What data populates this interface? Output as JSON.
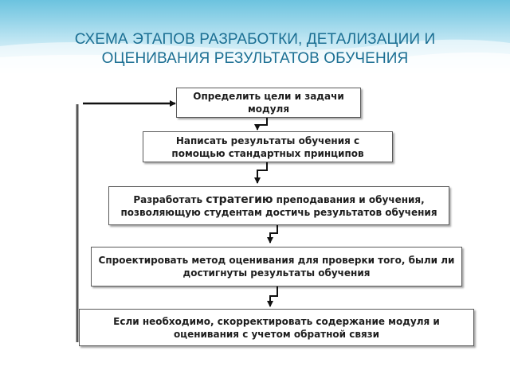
{
  "title": {
    "line1": "СХЕМА ЭТАПОВ РАЗРАБОТКИ, ДЕТАЛИЗАЦИИ И",
    "line2": "ОЦЕНИВАНИЯ РЕЗУЛЬТАТОВ ОБУЧЕНИЯ"
  },
  "steps": [
    {
      "line1": "Определить цели и задачи",
      "line2": "модуля"
    },
    {
      "line1": "Написать результаты обучения с",
      "line2": "помощью стандартных принципов"
    },
    {
      "line1_pre": "Разработать ",
      "line1_em": "стратегию",
      "line1_post": " преподавания и обучения,",
      "line2": "позволяющую студентам достичь результатов обучения"
    },
    {
      "line1": "Спроектировать метод оценивания для проверки того, были ли",
      "line2": "достигнуты результаты обучения"
    },
    {
      "line1": "Если необходимо,  скорректировать содержание модуля и",
      "line2": "оценивания с учетом обратной связи"
    }
  ],
  "colors": {
    "title": "#1b6f93",
    "banner": "#6cc3df",
    "box_border": "#5a5a5a",
    "arrow": "#111111"
  }
}
